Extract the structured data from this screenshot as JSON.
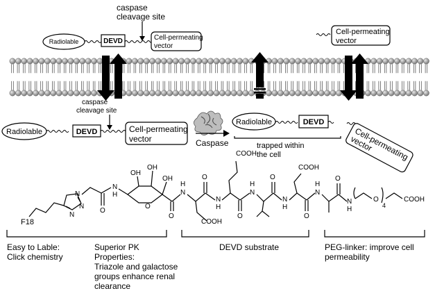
{
  "top": {
    "cleavage_label_line1": "caspase",
    "cleavage_label_line2": "cleavage site",
    "radiolable": "Radiolable",
    "devd": "DEVD",
    "vector_line1": "Cell-permeating",
    "vector_line2": "vector",
    "right_vector_line1": "Cell-permeating",
    "right_vector_line2": "vector"
  },
  "middle": {
    "cleavage_label_line1": "caspase",
    "cleavage_label_line2": "cleavage site",
    "radiolable": "Radiolable",
    "devd": "DEVD",
    "vector_line1": "Cell-permeating",
    "vector_line2": "vector",
    "caspase": "Caspase",
    "radiolable_right": "Radiolable",
    "devd_right": "DEVD",
    "trapped_line1": "trapped within",
    "trapped_line2": "the cell",
    "rotated_vector_line1": "Cell-permeating",
    "rotated_vector_line2": "vector"
  },
  "structure": {
    "f18": "F18",
    "n": "N",
    "o": "O",
    "oh": "OH",
    "h": "H",
    "cooh": "COOH",
    "subscript_4": "4"
  },
  "captions": {
    "left_line1": "Easy to Lable:",
    "left_line2": "Click chemistry",
    "pk_line1": "Superior PK",
    "pk_line2": "Properties:",
    "pk_line3": "Triazole and galactose",
    "pk_line4": "groups enhance renal",
    "pk_line5": "clearance",
    "devd_substrate": "DEVD substrate",
    "peg_line1": "PEG-linker: improve cell",
    "peg_line2": "permeability"
  },
  "colors": {
    "ink": "#000000",
    "membrane_head": "#9a9a9a",
    "protein": "#8a8a8a"
  }
}
